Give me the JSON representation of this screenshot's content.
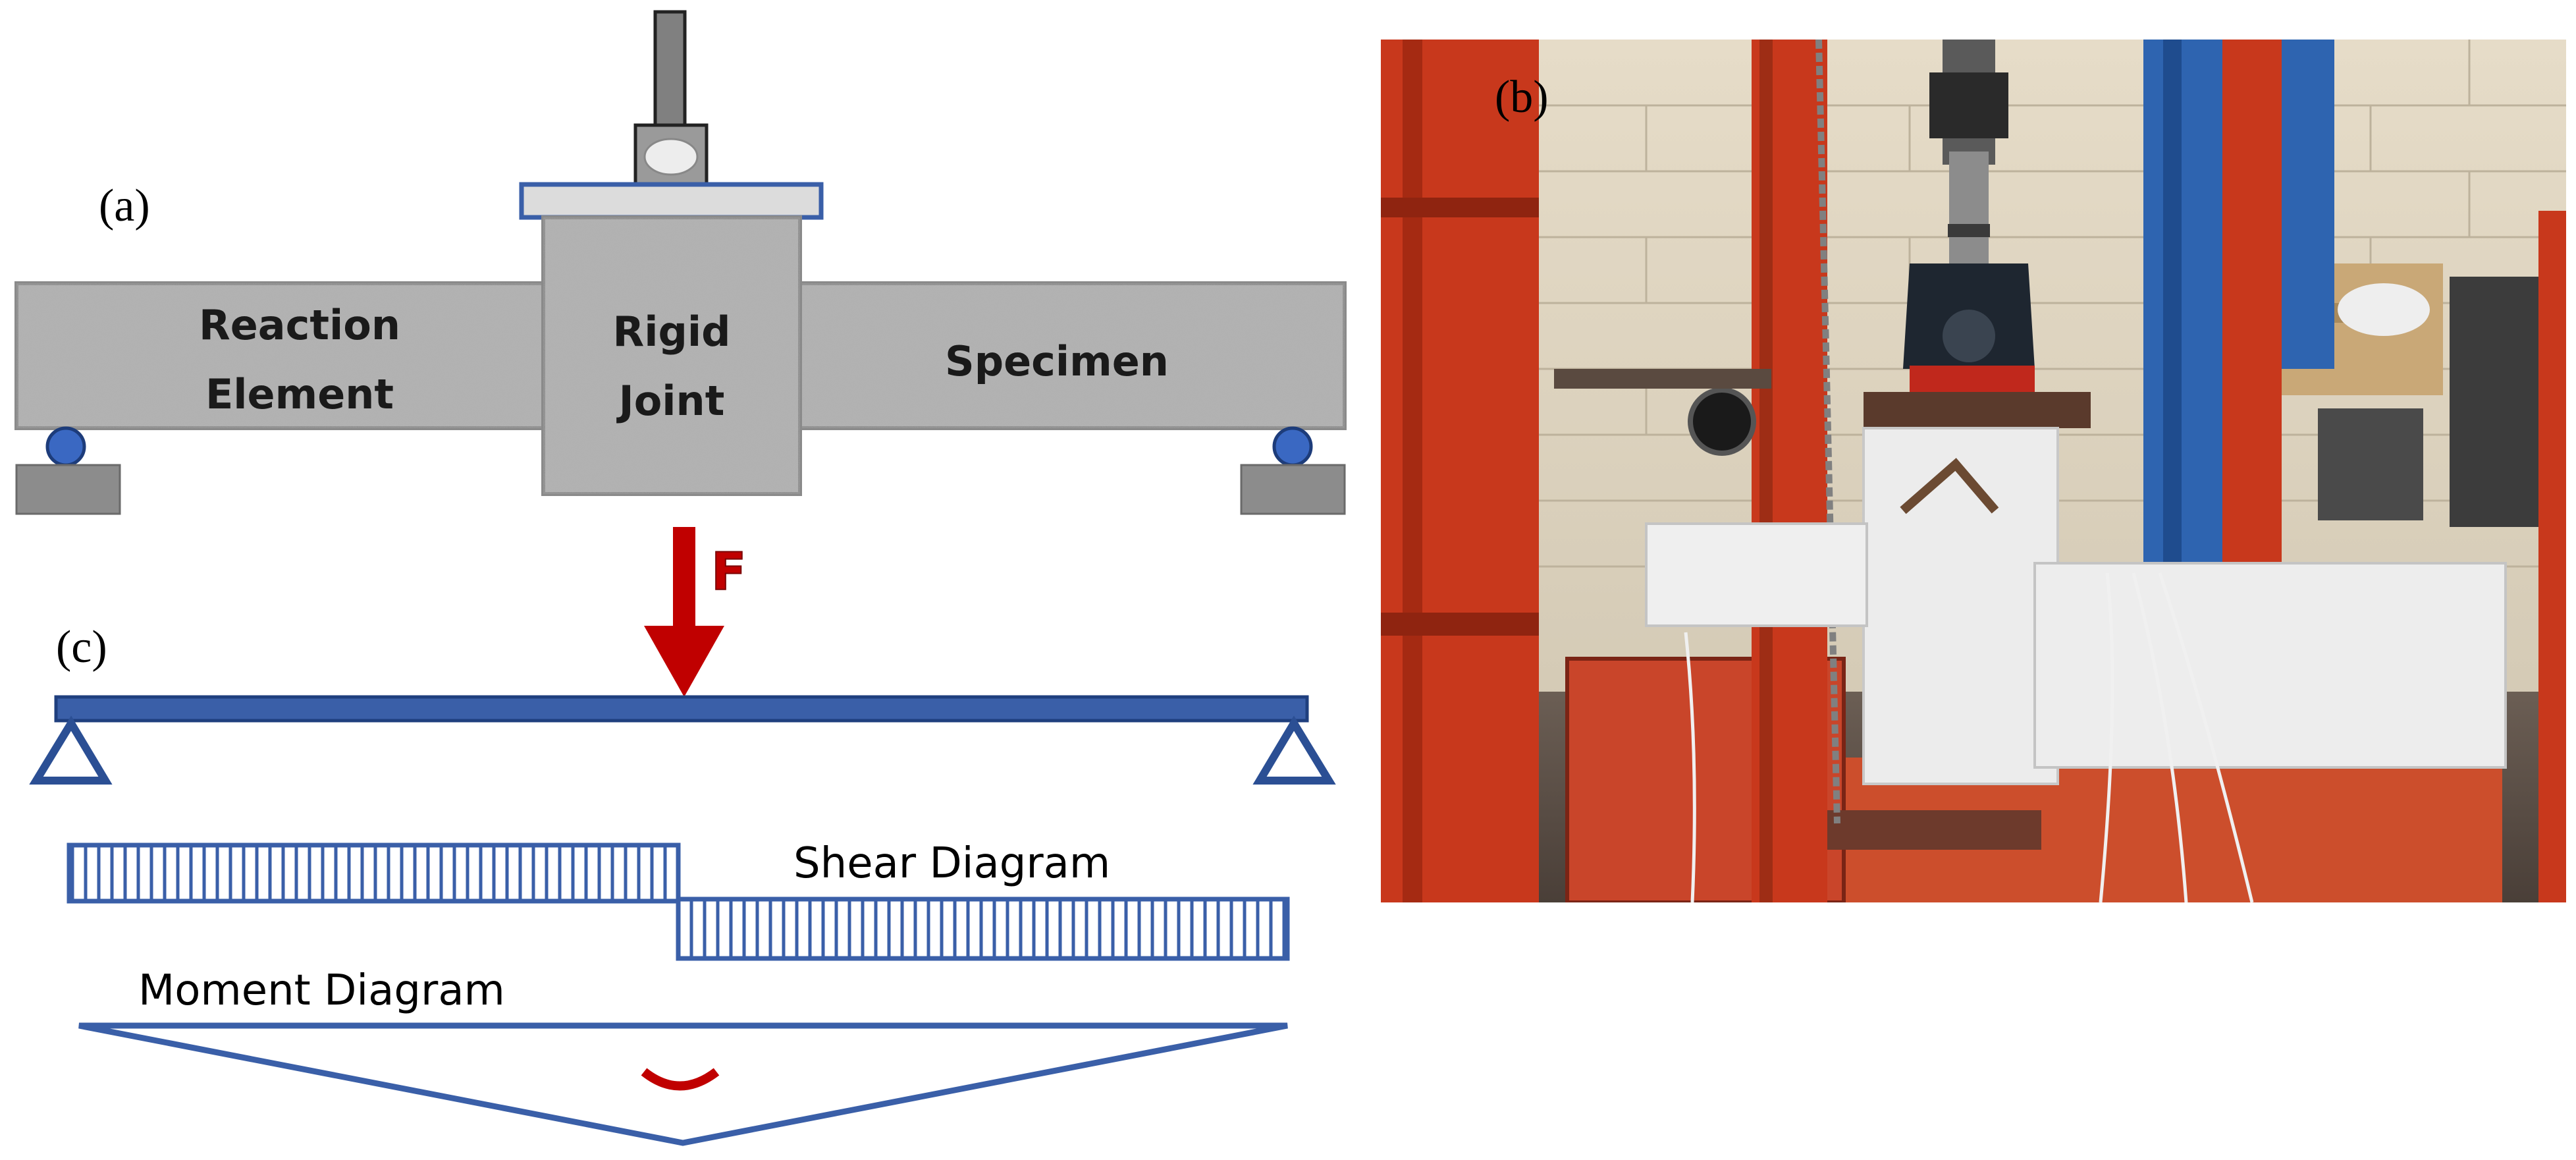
{
  "panels": {
    "a": {
      "label": "(a)"
    },
    "b": {
      "label": "(b)"
    },
    "c": {
      "label": "(c)"
    }
  },
  "beam_parts": {
    "reaction": {
      "line1": "Reaction",
      "line2": "Element"
    },
    "joint": {
      "line1": "Rigid",
      "line2": "Joint"
    },
    "specimen": {
      "label": "Specimen"
    }
  },
  "force": {
    "label": "F"
  },
  "diagrams": {
    "shear": "Shear Diagram",
    "moment": "Moment Diagram"
  },
  "colors": {
    "beam_blue": "#3a5fa8",
    "force_red": "#c00000",
    "support_blue": "#3a68c2",
    "concrete_gray": "#b0b0b0",
    "frame_red": "#c8381c",
    "frame_blue": "#2e64b0"
  }
}
